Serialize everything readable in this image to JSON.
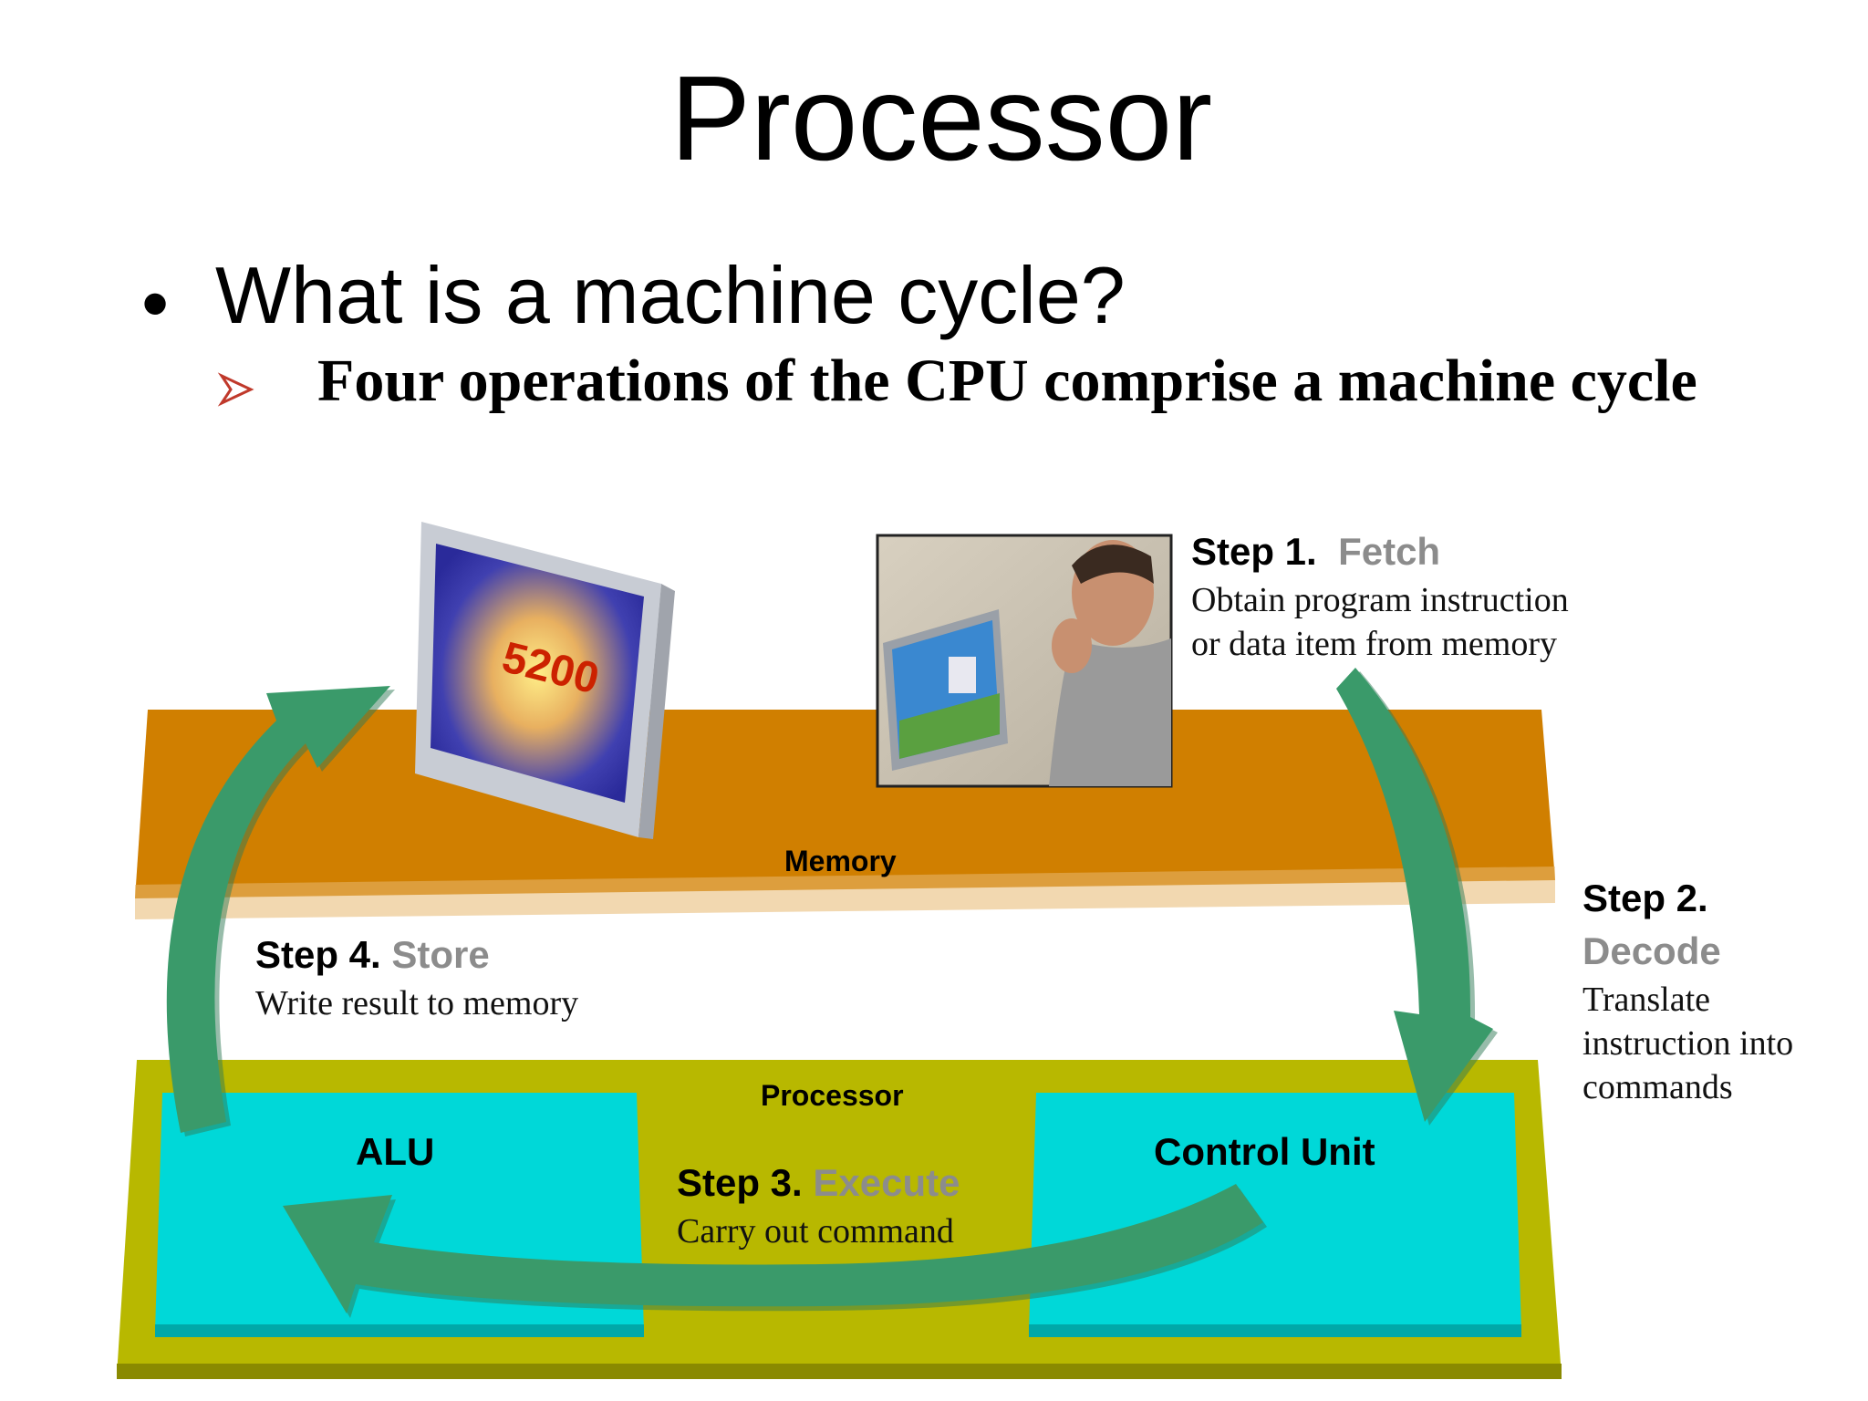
{
  "slide": {
    "title": "Processor",
    "bullet": "What is a machine cycle?",
    "sub_bullet": "Four operations of the CPU comprise a machine cycle"
  },
  "diagram": {
    "memory_label": "Memory",
    "processor_label": "Processor",
    "alu_label": "ALU",
    "control_unit_label": "Control Unit",
    "monitor_display": "5200",
    "steps": [
      {
        "number": "Step 1.",
        "name": "Fetch",
        "description_lines": [
          "Obtain program instruction",
          "or data item from memory"
        ]
      },
      {
        "number": "Step 2.",
        "name": "Decode",
        "description_lines": [
          "Translate",
          "instruction into",
          "commands"
        ]
      },
      {
        "number": "Step 3.",
        "name": "Execute",
        "description_lines": [
          "Carry out command"
        ]
      },
      {
        "number": "Step 4.",
        "name": "Store",
        "description_lines": [
          "Write result to memory"
        ]
      }
    ]
  },
  "colors": {
    "memory": "#d07f00",
    "processor": "#b8b800",
    "unit_box": "#00d8d8",
    "arrow": "#3a9a6a",
    "step_name": "#8c8c8c"
  }
}
